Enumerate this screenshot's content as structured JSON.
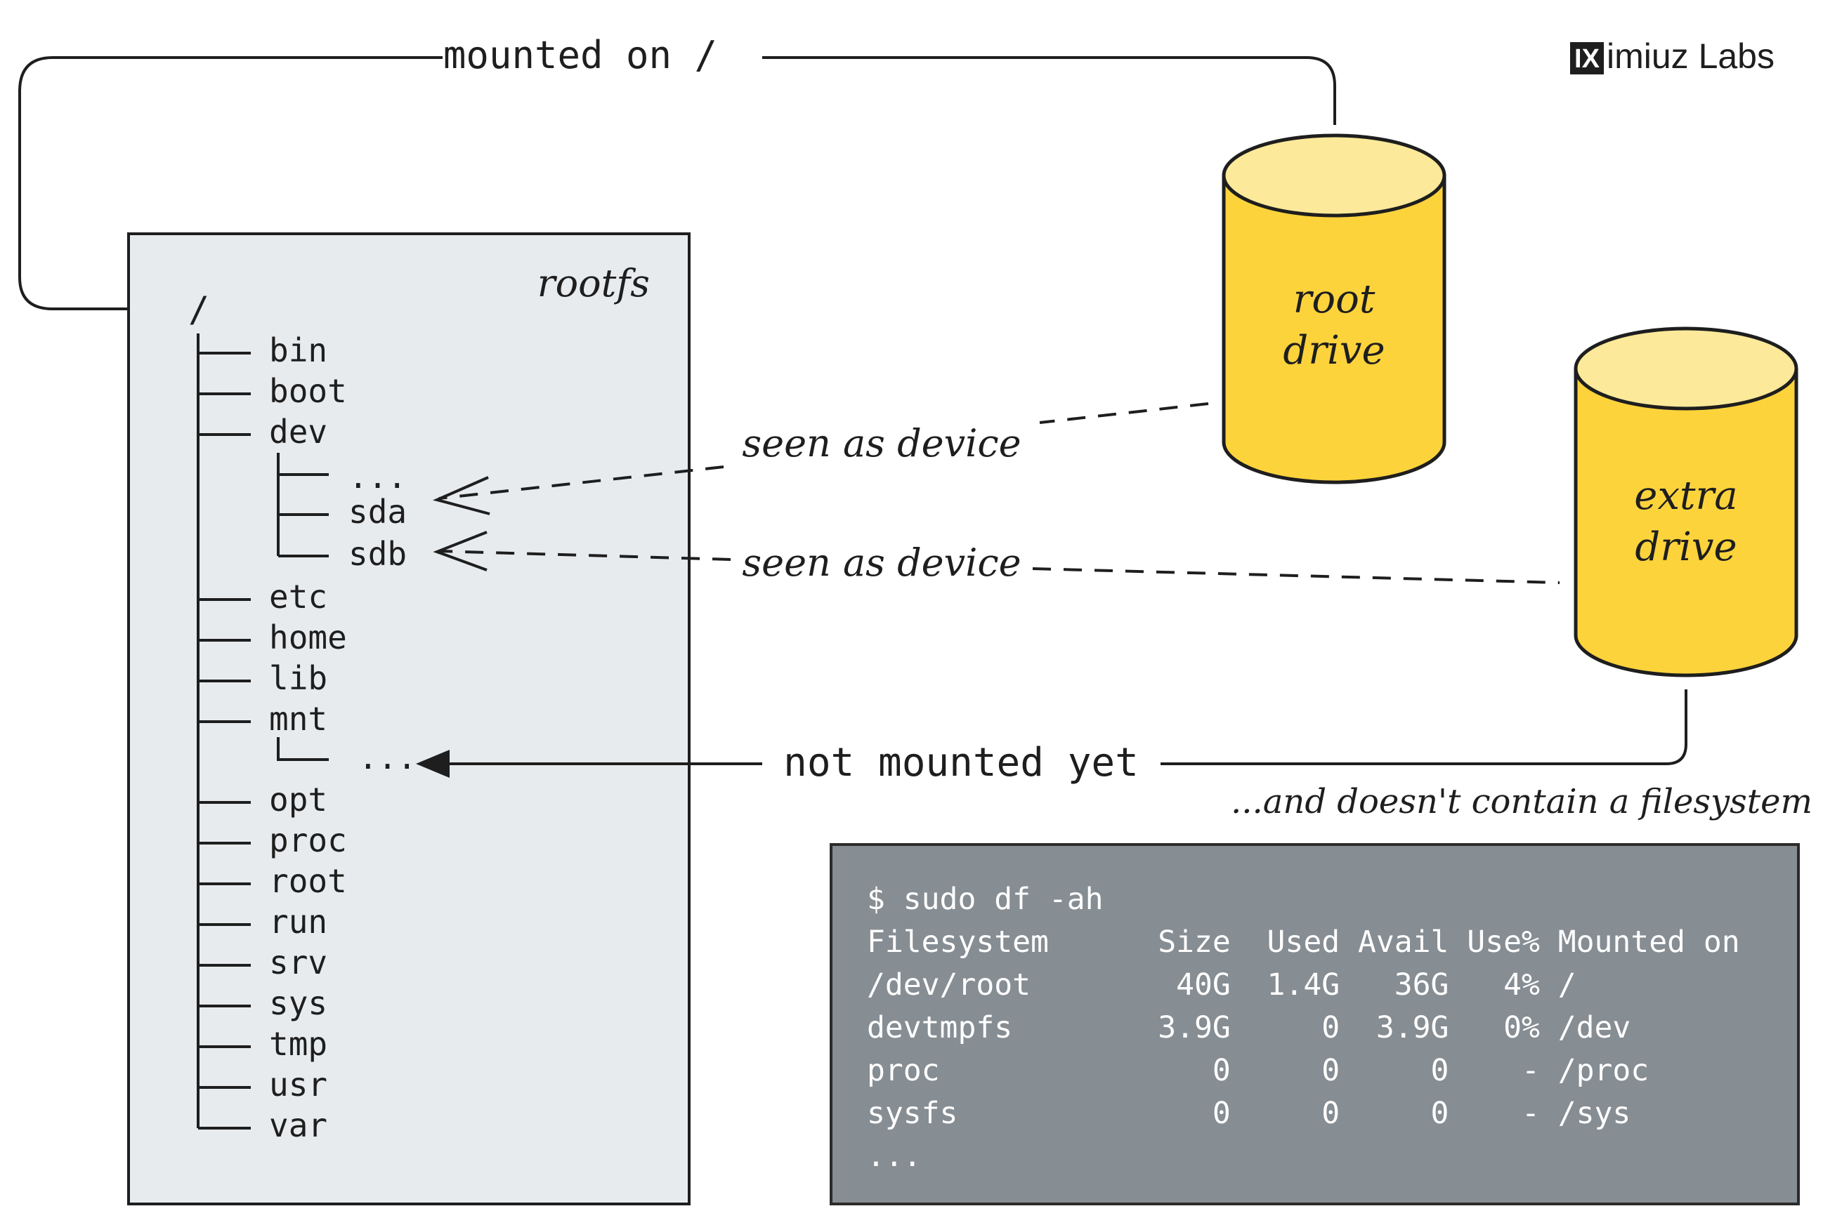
{
  "brand": {
    "mark": "IX",
    "name": "imiuz Labs"
  },
  "labels": {
    "mounted_on": "mounted on /",
    "rootfs": "rootfs",
    "root_slash": "/",
    "seen_as_device_1": "seen as device",
    "seen_as_device_2": "seen as device",
    "not_mounted": "not mounted yet",
    "no_filesystem": "...and doesn't contain a filesystem"
  },
  "drives": {
    "root": {
      "line1": "root",
      "line2": "drive"
    },
    "extra": {
      "line1": "extra",
      "line2": "drive"
    }
  },
  "tree": {
    "top": [
      "bin",
      "boot",
      "dev",
      "etc",
      "home",
      "lib",
      "mnt",
      "opt",
      "proc",
      "root",
      "run",
      "srv",
      "sys",
      "tmp",
      "usr",
      "var"
    ],
    "dev_children": [
      "...",
      "sda",
      "sdb"
    ],
    "mnt_children": [
      "..."
    ]
  },
  "terminal": {
    "lines": [
      "$ sudo df -ah",
      "Filesystem      Size  Used Avail Use% Mounted on",
      "/dev/root        40G  1.4G   36G   4% /",
      "devtmpfs        3.9G     0  3.9G   0% /dev",
      "proc               0     0     0    - /proc",
      "sysfs              0     0     0    - /sys",
      "..."
    ]
  },
  "colors": {
    "drive_fill": "#fdd33c",
    "drive_top": "#fde99a",
    "rootfs_bg": "#e8ebee",
    "terminal_bg": "#868d93",
    "ink": "#1e1e1e"
  }
}
